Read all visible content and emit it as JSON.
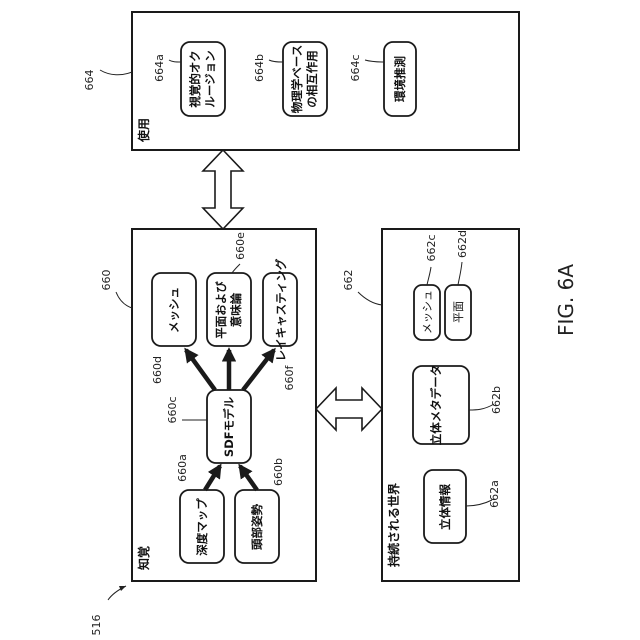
{
  "figure_label": "FIG. 6A",
  "system_ref": "516",
  "usage": {
    "ref": "664",
    "title": "使用",
    "items": [
      {
        "ref": "664a",
        "lines": [
          "視覚的オク",
          "ルージョン"
        ]
      },
      {
        "ref": "664b",
        "lines": [
          "物理学ベース",
          "の相互作用"
        ]
      },
      {
        "ref": "664c",
        "lines": [
          "環境推測"
        ]
      }
    ]
  },
  "perception": {
    "ref": "660",
    "title": "知覚",
    "depth_map": {
      "ref": "660a",
      "label": "深度マップ"
    },
    "head_pose": {
      "ref": "660b",
      "label": "頭部姿勢"
    },
    "sdf_model": {
      "ref": "660c",
      "label": "SDFモデル"
    },
    "mesh": {
      "ref": "660d",
      "label": "メッシュ"
    },
    "planes_semantics": {
      "ref": "660e",
      "lines": [
        "平面および",
        "意味論"
      ]
    },
    "raycasting": {
      "ref": "660f",
      "label": "レイキャスティング"
    }
  },
  "persisted_world": {
    "ref": "662",
    "title": "持続される世界",
    "volume_info": {
      "ref": "662a",
      "label": "立体情報"
    },
    "volume_metadata": {
      "ref": "662b",
      "label": "立体メタデータ"
    },
    "mesh": {
      "ref": "662c",
      "label": "メッシュ"
    },
    "plane": {
      "ref": "662d",
      "label": "平面"
    }
  }
}
